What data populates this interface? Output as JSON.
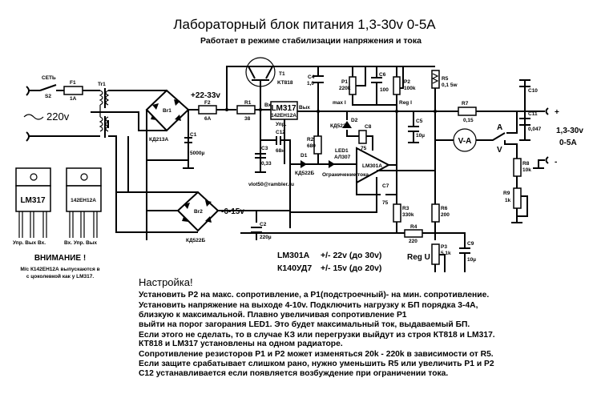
{
  "title": "Лабораторный блок питания  1,3-30v  0-5A",
  "subtitle": "Работает в режиме стабилизации напряжения и тока",
  "email": "vlot50@rambler.ru",
  "input": {
    "switch": "СЕТЬ",
    "switch_ref": "S2",
    "fuse": "F1",
    "fuse_value": "1A",
    "transformer": "Tr1",
    "mains": "220v"
  },
  "rectifier1": {
    "ref": "Br1",
    "part": "КД213А",
    "cap": "C1",
    "cap_value": "5000µ",
    "voltage": "+22-33v",
    "fuse": "F2",
    "fuse_value": "6A"
  },
  "rectifier2": {
    "ref": "Br2",
    "part": "КД522Б",
    "cap": "C2",
    "cap_value": "220µ",
    "voltage": "-6-15v"
  },
  "transistor": {
    "ref": "T1",
    "part": "KT818"
  },
  "regulator": {
    "part": "LM317",
    "alt": "142ЕН12А",
    "pin_in": "Вх",
    "pin_out": "Вых",
    "pin_adj": "Упр."
  },
  "components": {
    "R1": "R1",
    "R1v": "38",
    "C12": "C12",
    "C12v": "68н",
    "C3": "C3",
    "C3v": "0,33",
    "C4": "C4",
    "C4v": "1,0",
    "P1": "P1",
    "P1v": "220k",
    "C6": "C6",
    "C6v": "100",
    "P2": "P2",
    "P2v": "100k",
    "maxI": "max I",
    "regI": "Reg I",
    "R5": "R5",
    "R5v": "0,1 5w",
    "R7": "R7",
    "R7v": "0,15",
    "C10": "C10",
    "C11": "C11",
    "C11v": "0,047",
    "C5": "C5",
    "C5v": "10µ",
    "D2": "D2",
    "D2v": "КД522Б",
    "C8": "C8",
    "C8v": "75",
    "R2": "R2",
    "R2v": "680",
    "D1": "D1",
    "D1v": "КД522Б",
    "LED1": "LED1",
    "LED1v": "АЛ307",
    "LEDnote": "Ограничение тока",
    "opamp": "LM301A",
    "C7": "C7",
    "C7v": "75",
    "R3": "R3",
    "R3v": "330k",
    "R6": "R6",
    "R6v": "200",
    "R4": "R4",
    "R4v": "220",
    "P3": "P3",
    "P3v": "5,1k",
    "regU": "Reg U",
    "C9": "C9",
    "C9v": "10µ",
    "R8": "R8",
    "R8v": "10k",
    "R9": "R9",
    "R9v": "1k",
    "meter": "V-A",
    "swA": "A",
    "swV": "V"
  },
  "output": {
    "plus": "+",
    "minus": "-",
    "voltage": "1,3-30v",
    "current": "0-5A"
  },
  "pinouts": {
    "chip1": "LM317",
    "chip1_pins": "Упр.  Вых  Вх.",
    "chip2": "142ЕН12А",
    "chip2_pins": "Вх.  Упр.  Вых",
    "warning": "ВНИМАНИЕ !",
    "warning_l1": "М/с К142ЕН12А выпускаются в",
    "warning_l2": "с цоколевкой как  у  LM317."
  },
  "opamp_notes": {
    "l1a": "LM301A",
    "l1b": "+/- 22v  (до 30v)",
    "l2a": "К140УД7",
    "l2b": "+/- 15v  (до 20v)"
  },
  "setup": {
    "heading": "Настройка!",
    "lines": [
      "Установить P2 на макс. сопротивление, а P1(подстроечный)- на мин. сопротивление.",
      "Установить напряжение на выходе 4-10v. Подключить нагрузку к БП  порядка 3-4А,",
      "близкую к максимальной. Плавно увеличивая сопротивление P1",
      "выйти на порог загорания LED1. Это будет максимальный ток, выдаваемый БП.",
      "Если этого не сделать, то в случае КЗ или перегрузки выйдут из строя КТ818 и LM317.",
      "   КТ818 и LM317 установлены на одном радиаторе.",
      "Сопротивление резисторов P1 и P2 может изменяться 20k - 220k в зависимости от R5.",
      "Если защите срабатывает слишком рано, нужно уменьшить R5 или увеличить P1 и P2",
      "C12  устанавливается  если появляется возбуждение при ограничении тока."
    ]
  }
}
